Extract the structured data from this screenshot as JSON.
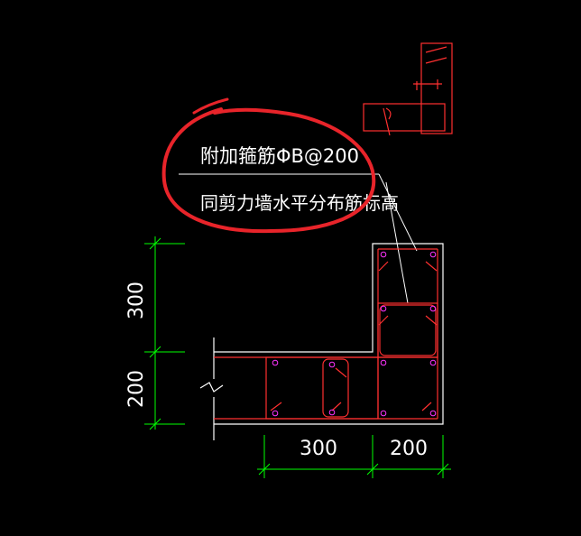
{
  "annotation": {
    "line1": "附加箍筋ΦB@200",
    "line2": "同剪力墙水平分布筋标高"
  },
  "dimensions": {
    "left_upper": "300",
    "left_lower": "200",
    "bottom_left": "300",
    "bottom_right": "200"
  },
  "colors": {
    "background": "#000000",
    "outline": "#ffffff",
    "rebar": "#ff3030",
    "dimension": "#00ff00",
    "bar_dot": "#ff33ff",
    "highlight": "#e8242a"
  }
}
